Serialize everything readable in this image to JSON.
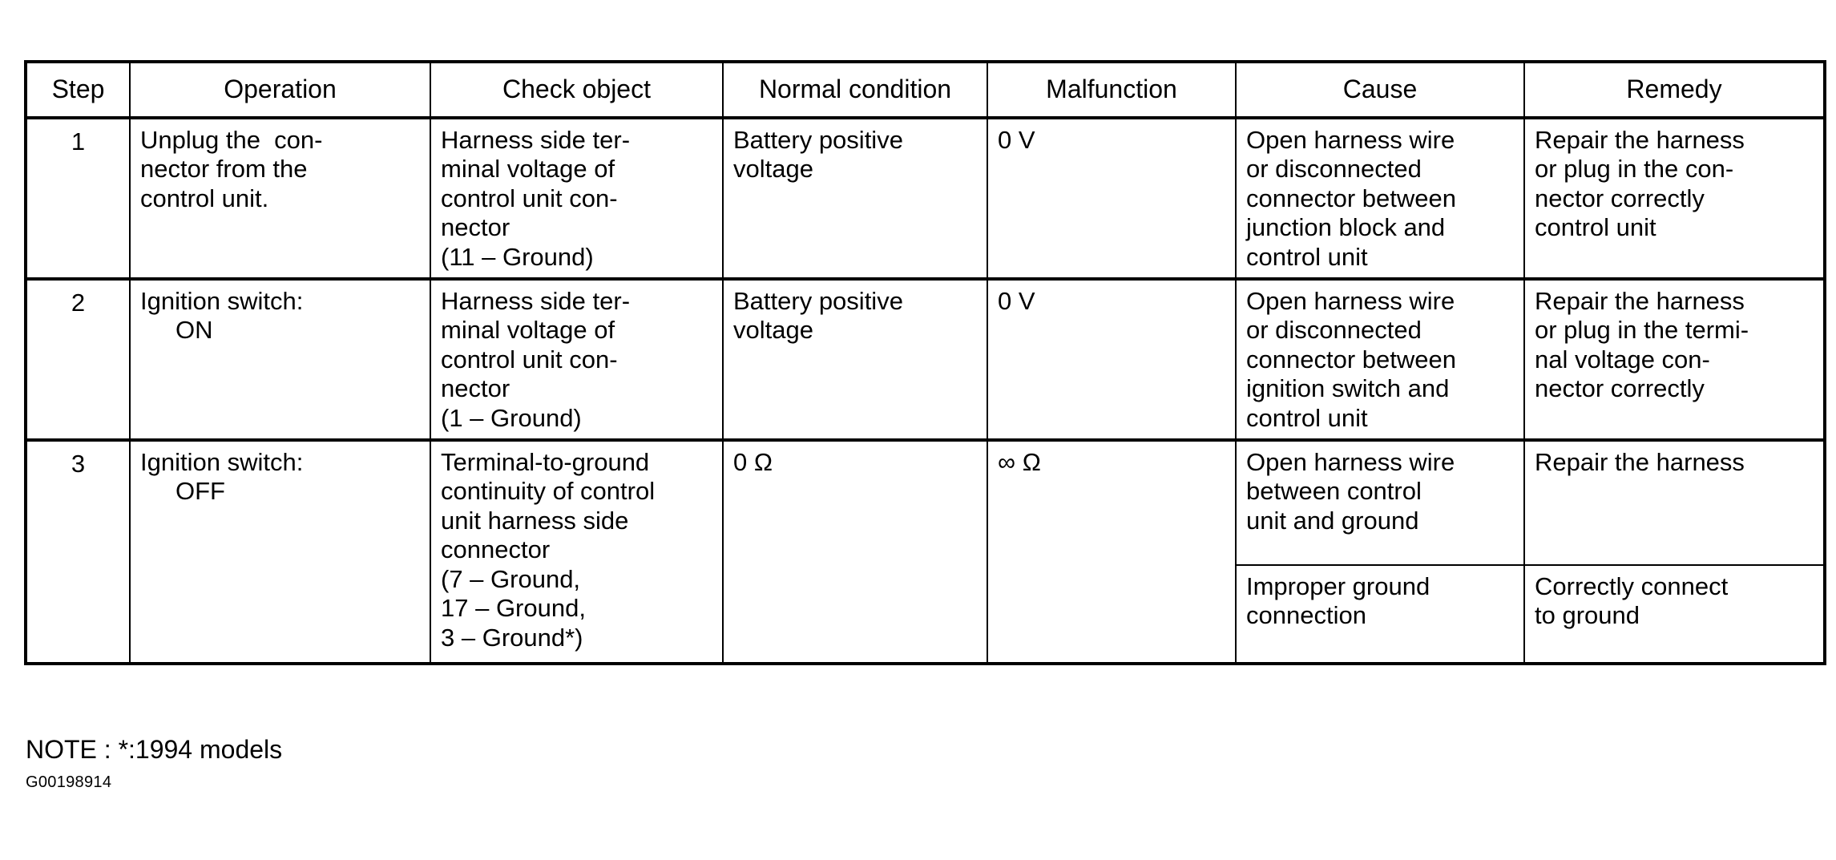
{
  "table": {
    "columns": [
      {
        "key": "step",
        "label": "Step"
      },
      {
        "key": "operation",
        "label": "Operation"
      },
      {
        "key": "check",
        "label": "Check object"
      },
      {
        "key": "normal",
        "label": "Normal condition"
      },
      {
        "key": "malfunction",
        "label": "Malfunction"
      },
      {
        "key": "cause",
        "label": "Cause"
      },
      {
        "key": "remedy",
        "label": "Remedy"
      }
    ],
    "rows": [
      {
        "step": "1",
        "operation_line1": "Unplug the  con-",
        "operation_line2": "nector from the",
        "operation_line3": "control unit.",
        "operation_indent": "",
        "check": "Harness side ter-\nminal voltage of\ncontrol unit con-\nnector\n(11 – Ground)",
        "normal": "Battery positive\nvoltage",
        "malfunction": "0 V",
        "cause": "Open harness wire\nor disconnected\nconnector between\njunction block and\ncontrol unit",
        "remedy": "Repair the harness\nor plug in the con-\nnector correctly\ncontrol unit"
      },
      {
        "step": "2",
        "operation_line1": "Ignition switch:",
        "operation_indent": "ON",
        "check": "Harness side ter-\nminal voltage of\ncontrol unit con-\nnector\n(1 – Ground)",
        "normal": "Battery positive\nvoltage",
        "malfunction": "0 V",
        "cause": "Open harness wire\nor disconnected\nconnector between\nignition switch and\ncontrol unit",
        "remedy": "Repair the harness\nor plug in the termi-\nnal voltage con-\nnector correctly"
      },
      {
        "step": "3",
        "operation_line1": "Ignition switch:",
        "operation_indent": "OFF",
        "check": "Terminal-to-ground\ncontinuity of control\nunit harness side\nconnector\n(7 – Ground,\n17 – Ground,\n3 – Ground*)",
        "normal": "0 Ω",
        "malfunction": "∞ Ω",
        "cause_top": "Open harness wire\nbetween control\nunit and ground",
        "remedy_top": "Repair the harness",
        "cause_bottom": "Improper ground\nconnection",
        "remedy_bottom": "Correctly connect\nto ground"
      }
    ]
  },
  "footer": {
    "note": "NOTE : *:1994 models",
    "code": "G00198914"
  }
}
